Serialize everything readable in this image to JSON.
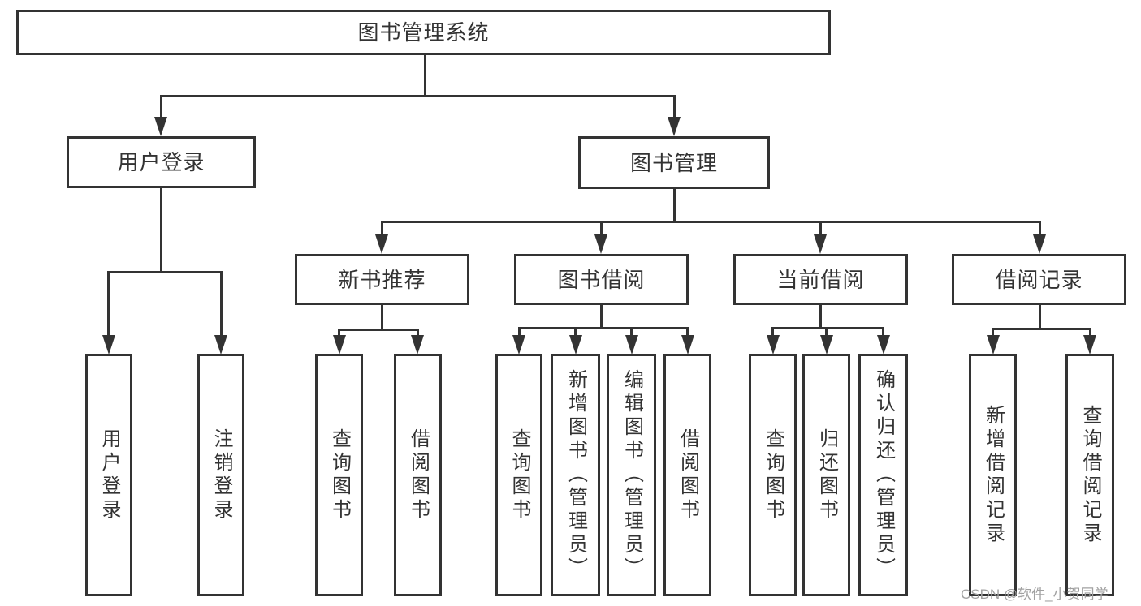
{
  "tree": {
    "root": "图书管理系统",
    "children": [
      {
        "label": "用户登录",
        "children": [
          {
            "label": "用户登录"
          },
          {
            "label": "注销登录"
          }
        ]
      },
      {
        "label": "图书管理",
        "children": [
          {
            "label": "新书推荐",
            "children": [
              {
                "label": "查询图书"
              },
              {
                "label": "借阅图书"
              }
            ]
          },
          {
            "label": "图书借阅",
            "children": [
              {
                "label": "查询图书"
              },
              {
                "label": "新增图书（管理员）"
              },
              {
                "label": "编辑图书（管理员）"
              },
              {
                "label": "借阅图书"
              }
            ]
          },
          {
            "label": "当前借阅",
            "children": [
              {
                "label": "查询图书"
              },
              {
                "label": "归还图书"
              },
              {
                "label": "确认归还（管理员）"
              }
            ]
          },
          {
            "label": "借阅记录",
            "children": [
              {
                "label": "新增借阅记录"
              },
              {
                "label": "查询借阅记录"
              }
            ]
          }
        ]
      }
    ]
  },
  "watermark": "CSDN @软件_小贺同学",
  "colors": {
    "line": "#333333",
    "text": "#333333",
    "watermark": "#a1a1a1",
    "background": "#ffffff"
  }
}
